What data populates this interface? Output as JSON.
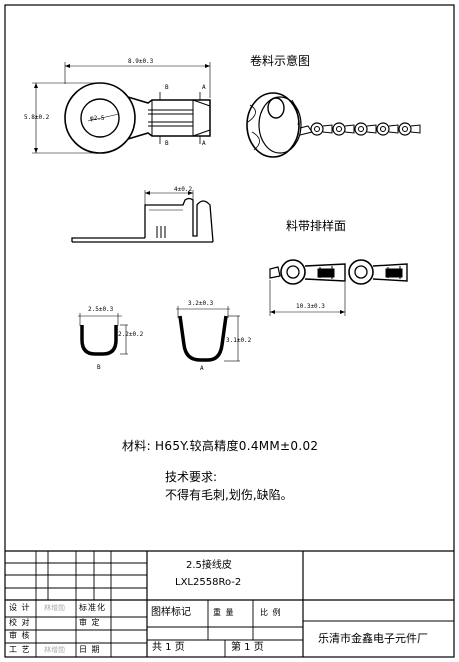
{
  "sections": {
    "reel_view": "卷料示意图",
    "strip_view": "料带排样面"
  },
  "dimensions": {
    "total_length": "8.9±0.3",
    "ring_height": "5.8±0.2",
    "hole_dia": "φ2.5",
    "section_a": "A",
    "section_b": "B",
    "side_length": "4±0.2",
    "pitch": "10.3±0.3",
    "b_width": "2.5±0.3",
    "b_height": "2.2±0.2",
    "a_width": "3.2±0.3",
    "a_height": "3.1±0.2"
  },
  "notes": {
    "material": "材料:   H65Y.较高精度0.4MM±0.02",
    "requirements_title": "技术要求:",
    "requirements": "不得有毛刺,划伤,缺陷。"
  },
  "title_block": {
    "product_name": "2.5接线皮",
    "part_number": "LXL2558Ro-2",
    "rows": [
      {
        "label": "设  计",
        "signature": "林增勋",
        "label2": "标准化"
      },
      {
        "label": "校  对",
        "signature": "",
        "label2": "审  定"
      },
      {
        "label": "审  核",
        "signature": "",
        "label2": ""
      },
      {
        "label": "工  艺",
        "signature": "林增勋",
        "label2": "日  期"
      }
    ],
    "pattern_mark": "图样标记",
    "weight": "重  量",
    "scale": "比  例",
    "total_pages": "共  1  页",
    "page_no": "第  1  页",
    "company": "乐清市金鑫电子元件厂"
  }
}
